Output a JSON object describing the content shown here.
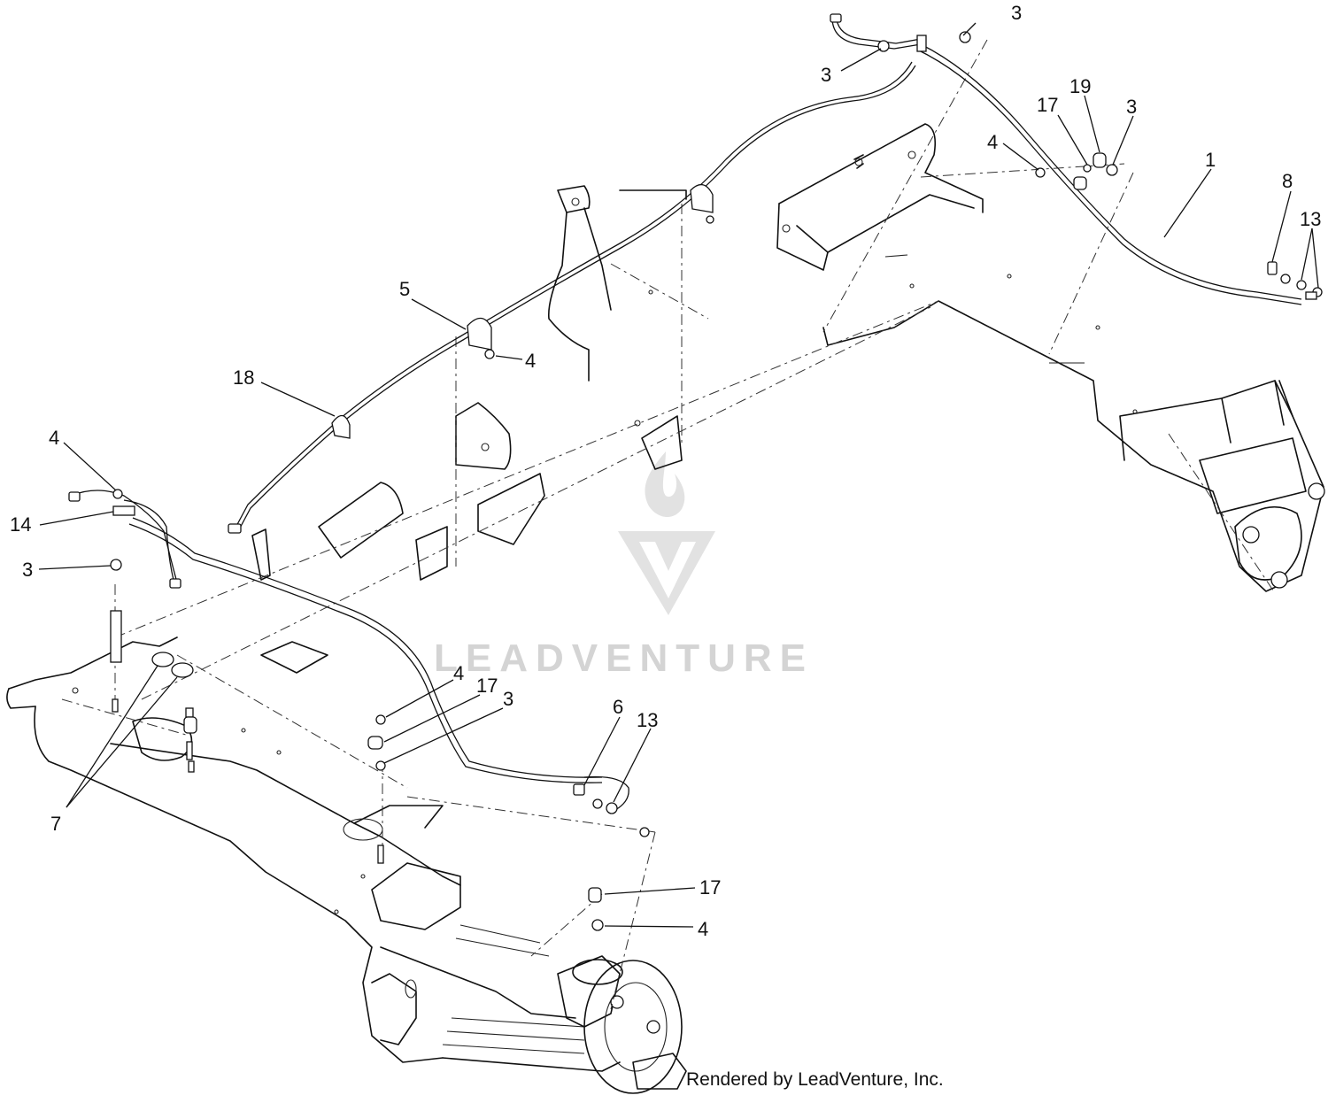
{
  "watermark": {
    "brand_text": "LEADVENTURE"
  },
  "footer": {
    "credit": "Rendered by LeadVenture, Inc."
  },
  "callouts": [
    {
      "id": "c1",
      "label": "1"
    },
    {
      "id": "c3a",
      "label": "3"
    },
    {
      "id": "c3b",
      "label": "3"
    },
    {
      "id": "c3c",
      "label": "3"
    },
    {
      "id": "c3d",
      "label": "3"
    },
    {
      "id": "c3e",
      "label": "3"
    },
    {
      "id": "c4a",
      "label": "4"
    },
    {
      "id": "c4b",
      "label": "4"
    },
    {
      "id": "c4c",
      "label": "4"
    },
    {
      "id": "c4d",
      "label": "4"
    },
    {
      "id": "c4e",
      "label": "4"
    },
    {
      "id": "c5",
      "label": "5"
    },
    {
      "id": "c6",
      "label": "6"
    },
    {
      "id": "c7",
      "label": "7"
    },
    {
      "id": "c8",
      "label": "8"
    },
    {
      "id": "c13a",
      "label": "13"
    },
    {
      "id": "c13b",
      "label": "13"
    },
    {
      "id": "c14",
      "label": "14"
    },
    {
      "id": "c17a",
      "label": "17"
    },
    {
      "id": "c17b",
      "label": "17"
    },
    {
      "id": "c17c",
      "label": "17"
    },
    {
      "id": "c18",
      "label": "18"
    },
    {
      "id": "c19",
      "label": "19"
    }
  ]
}
